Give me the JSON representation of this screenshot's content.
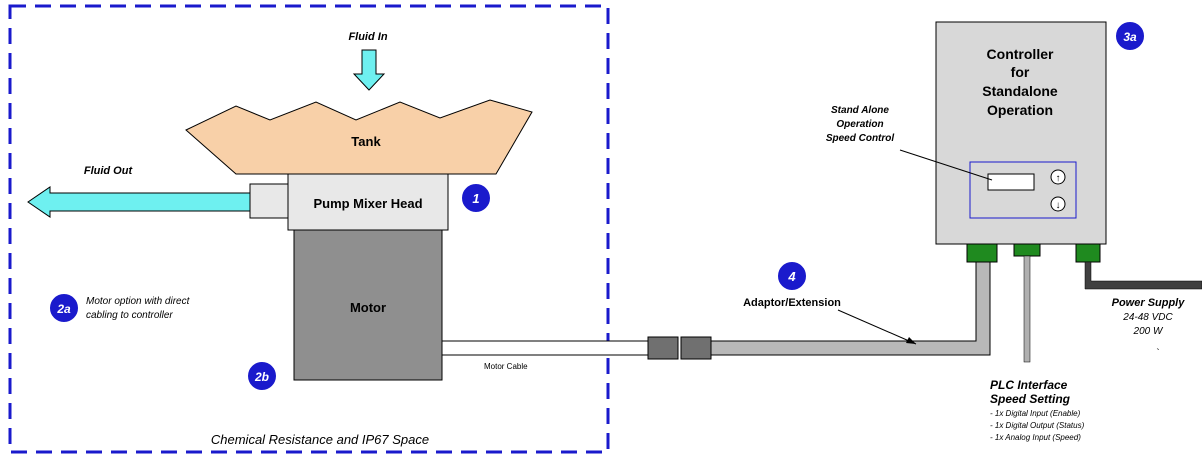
{
  "labels": {
    "fluid_in": "Fluid In",
    "tank": "Tank",
    "fluid_out": "Fluid Out",
    "pump_head": "Pump Mixer Head",
    "motor": "Motor",
    "motor_option_line1": "Motor option with direct",
    "motor_option_line2": "cabling to controller",
    "motor_cable": "Motor Cable",
    "space": "Chemical Resistance and IP67 Space",
    "adaptor": "Adaptor/Extension",
    "controller_line1": "Controller",
    "controller_line2": "for",
    "controller_line3": "Standalone",
    "controller_line4": "Operation",
    "standalone_line1": "Stand Alone",
    "standalone_line2": "Operation",
    "standalone_line3": "Speed Control",
    "power_title": "Power Supply",
    "power_voltage": "24-48 VDC",
    "power_watt": "200 W",
    "power_dot": "`",
    "plc_title1": "PLC Interface",
    "plc_title2": "Speed Setting",
    "plc_item1": "- 1x Digital Input (Enable)",
    "plc_item2": "- 1x Digital Output (Status)",
    "plc_item3": "- 1x Analog Input (Speed)",
    "up_arrow": "↑",
    "down_arrow": "↓"
  },
  "badges": {
    "pump": "1",
    "motor_option": "2a",
    "motor": "2b",
    "controller": "3a",
    "adaptor": "4"
  },
  "icons": {
    "speed_up": "up-arrow-icon",
    "speed_down": "down-arrow-icon",
    "fluid_in": "arrow-down-icon",
    "fluid_out": "arrow-left-icon"
  },
  "colors": {
    "tank": "#f8d0a8",
    "fluid_arrow": "#6ef0f0",
    "motor": "#8f8f8f",
    "pump_head": "#e8e8e8",
    "controller": "#d8d8d8",
    "connector": "#1f8a1f",
    "badge": "#1a1acc",
    "space_border": "#1a1acc",
    "space_text": "#1a1acc",
    "fluid_out_text": "#1a1acc"
  }
}
